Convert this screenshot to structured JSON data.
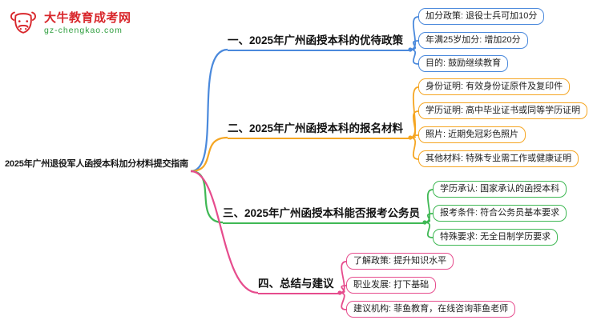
{
  "logo": {
    "icon": "bull-icon",
    "site_name": "大牛教育成考网",
    "site_url": "gz-chengkao.com",
    "brand_red": "#d8262b",
    "brand_green": "#2f9e3f"
  },
  "root": {
    "label": "2025年广州退役军人函授本科加分材料提交指南"
  },
  "branches": [
    {
      "label": "一、2025年广州函授本科的优待政策",
      "color": "#4a89dc",
      "children": [
        {
          "text": "加分政策: 退役士兵可加10分"
        },
        {
          "text": "年满25岁加分: 增加20分"
        },
        {
          "text": "目的: 鼓励继续教育"
        }
      ]
    },
    {
      "label": "二、2025年广州函授本科的报名材料",
      "color": "#f5a623",
      "children": [
        {
          "text": "身份证明: 有效身份证原件及复印件"
        },
        {
          "text": "学历证明: 高中毕业证书或同等学历证明"
        },
        {
          "text": "照片: 近期免冠彩色照片"
        },
        {
          "text": "其他材料: 特殊专业需工作或健康证明"
        }
      ]
    },
    {
      "label": "三、2025年广州函授本科能否报考公务员",
      "color": "#3fb854",
      "children": [
        {
          "text": "学历承认: 国家承认的函授本科"
        },
        {
          "text": "报考条件: 符合公务员基本要求"
        },
        {
          "text": "特殊要求: 无全日制学历要求"
        }
      ]
    },
    {
      "label": "四、总结与建议",
      "color": "#e64c8d",
      "children": [
        {
          "text": "了解政策: 提升知识水平"
        },
        {
          "text": "职业发展: 打下基础"
        },
        {
          "text": "建议机构: 菲鱼教育，在线咨询菲鱼老师"
        }
      ]
    }
  ]
}
